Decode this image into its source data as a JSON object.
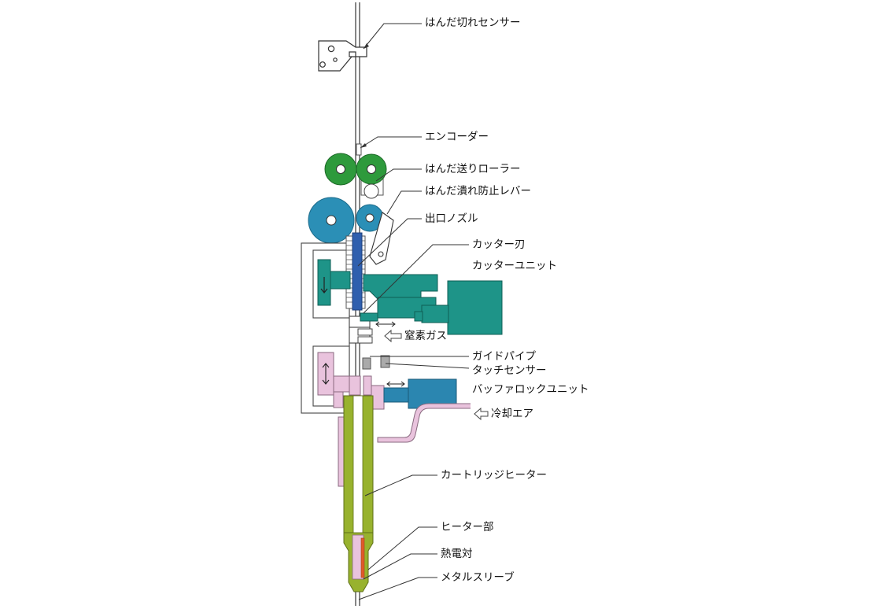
{
  "labels": {
    "solder_break_sensor": "はんだ切れセンサー",
    "encoder": "エンコーダー",
    "feed_roller": "はんだ送りローラー",
    "crush_lever": "はんだ潰れ防止レバー",
    "outlet_nozzle": "出口ノズル",
    "cutter_blade": "カッター刃",
    "cutter_unit": "カッターユニット",
    "nitrogen_gas": "窒素ガス",
    "guide_pipe": "ガイドパイプ",
    "touch_sensor": "タッチセンサー",
    "buffer_lock_unit": "バッファロックユニット",
    "cooling_air": "冷却エア",
    "cartridge_heater": "カートリッジヒーター",
    "heater_section": "ヒーター部",
    "thermocouple": "熱電対",
    "metal_sleeve": "メタルスリーブ"
  },
  "colors": {
    "roller_green": "#2e9a3c",
    "roller_blue": "#2b8fb6",
    "nozzle_blue": "#2f5fae",
    "cutter_teal": "#1e9488",
    "lock_blue": "#2b86b0",
    "heater_olive": "#98b22e",
    "pink": "#e9c3dd",
    "thermocouple": "#e05a2a"
  }
}
